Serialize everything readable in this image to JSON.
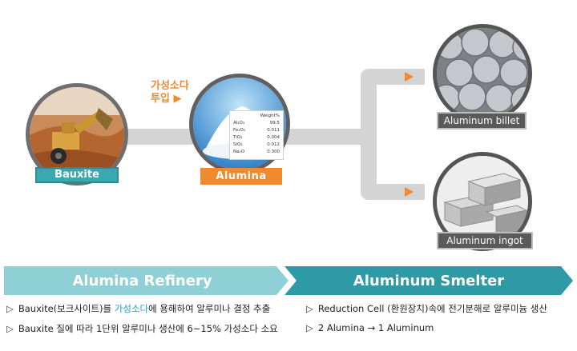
{
  "flow": {
    "bauxite": "Bauxite",
    "alumina": "Alumina",
    "billet": "Aluminum billet",
    "ingot": "Aluminum ingot",
    "note_line1": "가성소다",
    "note_line2": "투입 ▶"
  },
  "alumina_spec": {
    "header": "Weight%",
    "rows": [
      {
        "k": "Al₂O₃",
        "v": "99.5"
      },
      {
        "k": "Fe₂O₃",
        "v": "0.011"
      },
      {
        "k": "TiO₂",
        "v": "0.004"
      },
      {
        "k": "SiO₂",
        "v": "0.012"
      },
      {
        "k": "Na₂O",
        "v": "0.300"
      }
    ]
  },
  "banners": {
    "left": "Alumina Refinery",
    "right": "Aluminum Smelter"
  },
  "bullets": {
    "marker": "▷",
    "left1_pre": "Bauxite(보크사이트)를 ",
    "left1_hl": "가성소다",
    "left1_post": "에 용해하여 알루미나 결정 추출",
    "left2": "Bauxite 질에 따라 1단위 알루미나 생산에 6~15% 가성소다 소요",
    "right1": "Reduction Cell (환원장치)속에 전기분해로 알루미늄 생산",
    "right2": "2 Alumina → 1 Aluminum"
  },
  "colors": {
    "accent_orange": "#f08a2c",
    "teal": "#3aa8ae",
    "highlight_blue": "#1a9fd6",
    "banner_light": "#8fd0d6",
    "banner_dark": "#2e9aa6"
  }
}
